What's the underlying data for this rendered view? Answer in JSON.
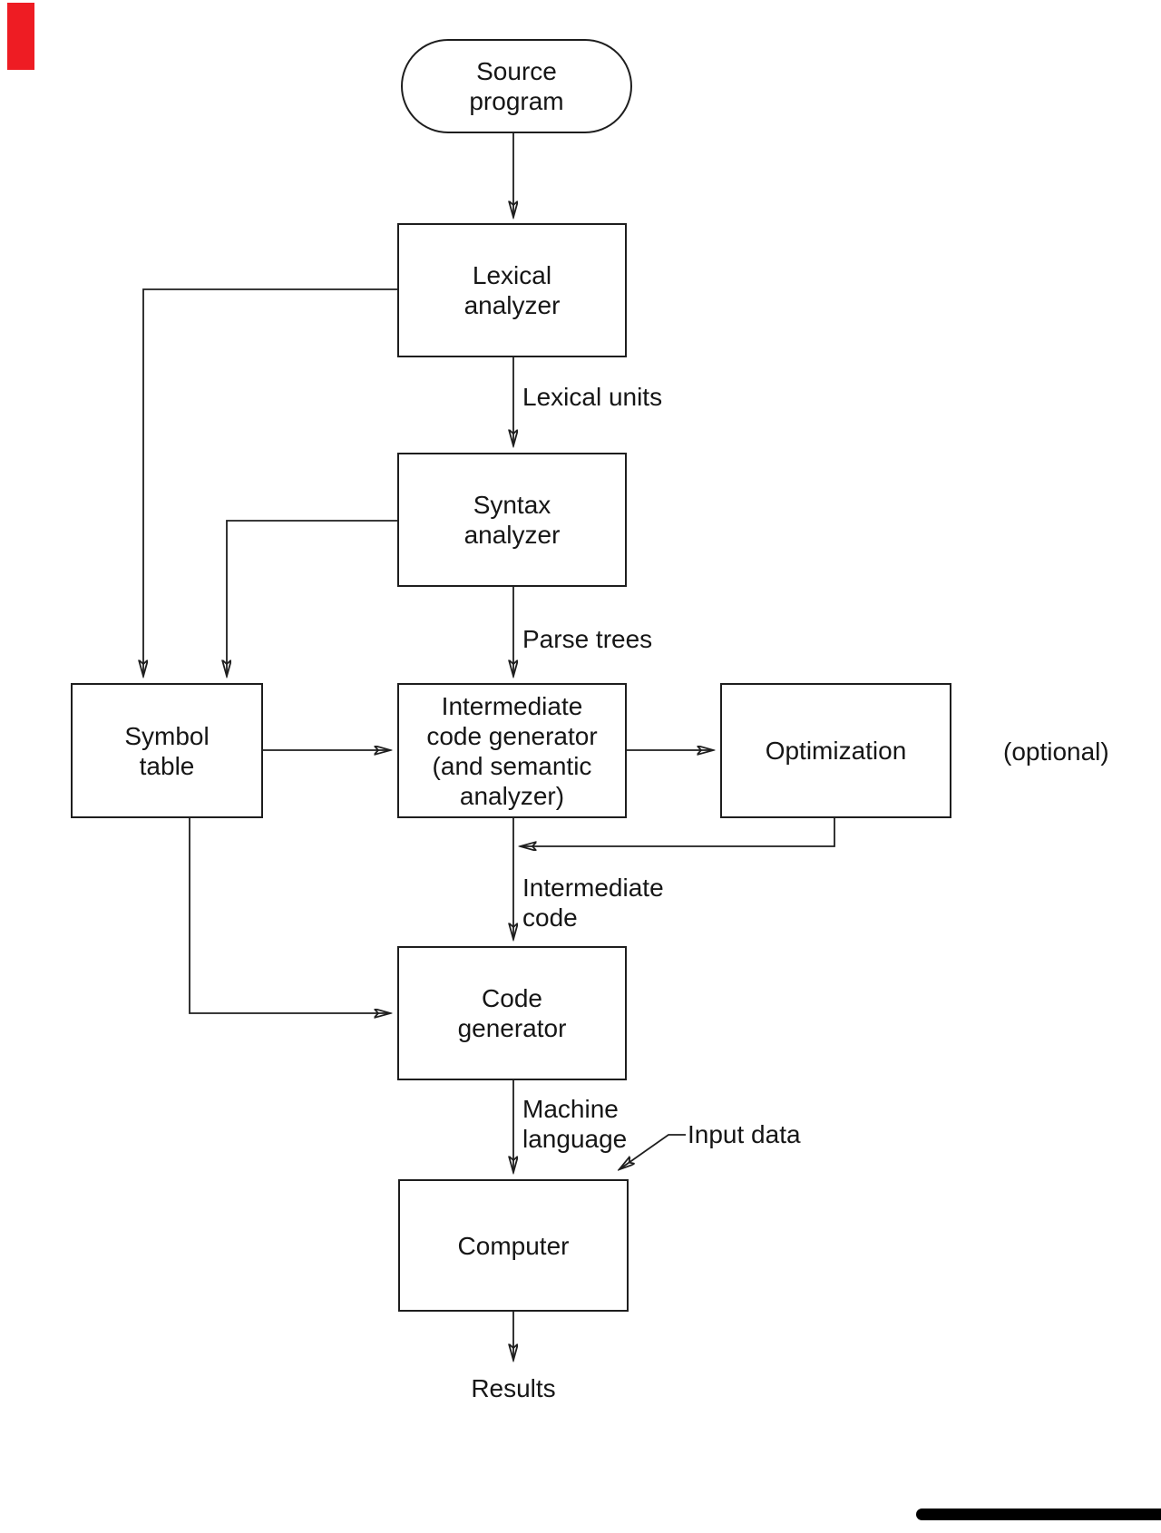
{
  "diagram": {
    "nodes": {
      "source_program": {
        "label": "Source\nprogram"
      },
      "lexical_analyzer": {
        "label": "Lexical\nanalyzer"
      },
      "syntax_analyzer": {
        "label": "Syntax\nanalyzer"
      },
      "symbol_table": {
        "label": "Symbol\ntable"
      },
      "intermediate_code_generator": {
        "label": "Intermediate\ncode generator\n(and semantic\nanalyzer)"
      },
      "optimization": {
        "label": "Optimization"
      },
      "optimization_note": {
        "label": "(optional)"
      },
      "code_generator": {
        "label": "Code\ngenerator"
      },
      "computer": {
        "label": "Computer"
      },
      "results": {
        "label": "Results"
      }
    },
    "edge_labels": {
      "lexical_units": "Lexical units",
      "parse_trees": "Parse trees",
      "intermediate_code": "Intermediate\ncode",
      "machine_language": "Machine\nlanguage",
      "input_data": "Input data"
    },
    "colors": {
      "line": "#1e1e1e",
      "text": "#161616",
      "background": "#ffffff",
      "red_marker": "#ee1c23",
      "black_bar": "#000000"
    }
  }
}
